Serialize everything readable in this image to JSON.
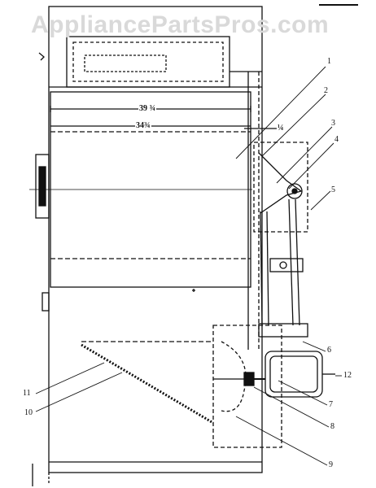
{
  "watermark": "AppliancePartsPros.com",
  "dimensions": {
    "overall_width": "39 ¾",
    "inner_width": "34¾",
    "offset": "¼"
  },
  "callouts": [
    "1",
    "2",
    "3",
    "4",
    "5",
    "6",
    "7",
    "8",
    "9",
    "10",
    "11",
    "12"
  ]
}
